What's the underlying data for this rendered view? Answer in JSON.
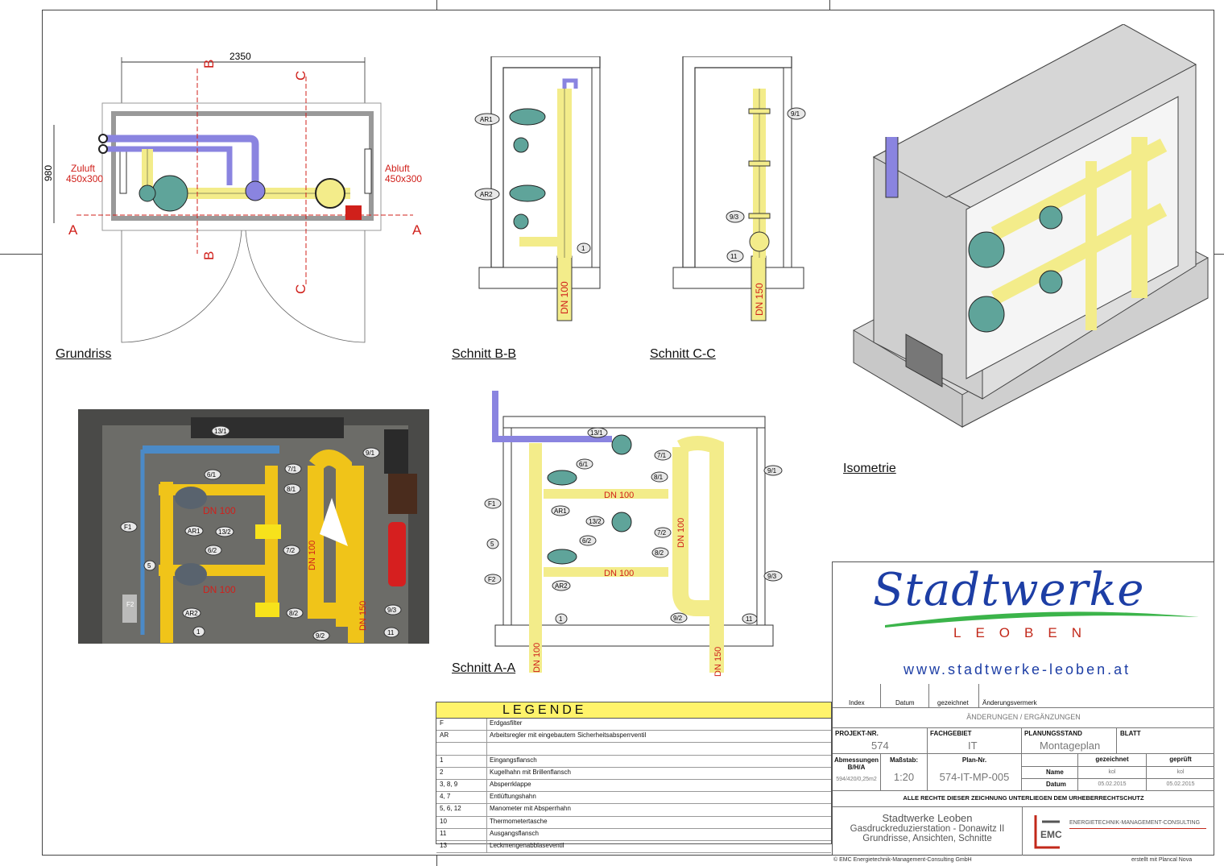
{
  "grundriss": {
    "title": "Grundriss",
    "width_dim": "2350",
    "depth_dim": "980",
    "zuluft_label": "Zuluft",
    "zuluft_size": "450x300",
    "abluft_label": "Abluft",
    "abluft_size": "450x300",
    "section_a": "A",
    "section_b": "B",
    "section_c": "C"
  },
  "schnitt_bb": {
    "title": "Schnitt B-B",
    "labels": [
      "AR1",
      "AR2",
      "1"
    ],
    "pipe_label": "DN 100"
  },
  "schnitt_cc": {
    "title": "Schnitt C-C",
    "labels": [
      "9/1",
      "9/3",
      "11"
    ],
    "pipe_label": "DN 150"
  },
  "isometrie": {
    "title": "Isometrie"
  },
  "schnitt_aa": {
    "title": "Schnitt A-A",
    "labels": [
      "13/1",
      "6/1",
      "7/1",
      "8/1",
      "F1",
      "AR1",
      "13/2",
      "7/2",
      "5",
      "6/2",
      "8/2",
      "F2",
      "AR2",
      "1",
      "9/2",
      "11",
      "9/1",
      "9/3"
    ],
    "pipe_dn100": "DN 100",
    "pipe_dn150": "DN 150"
  },
  "photo": {
    "labels": [
      "13/1",
      "9/1",
      "6/1",
      "7/1",
      "8/1",
      "F1",
      "AR1",
      "13/2",
      "6/2",
      "7/2",
      "5",
      "AR2",
      "8/2",
      "9/3",
      "1",
      "9/2",
      "11",
      "F2"
    ],
    "pipe_dn100_a": "DN 100",
    "pipe_dn100_b": "DN 100",
    "pipe_dn100_v": "DN 100",
    "pipe_dn150_v": "DN 150"
  },
  "legend": {
    "title": "LEGENDE",
    "rows": [
      {
        "code": "F",
        "text": "Erdgasfilter"
      },
      {
        "code": "AR",
        "text": "Arbeitsregler mit eingebautem Sicherheitsabsperrventil"
      },
      {
        "code": "",
        "text": ""
      },
      {
        "code": "1",
        "text": "Eingangsflansch"
      },
      {
        "code": "2",
        "text": "Kugelhahn mit Brillenflansch"
      },
      {
        "code": "3, 8, 9",
        "text": "Absperrklappe"
      },
      {
        "code": "4, 7",
        "text": "Entlüftungshahn"
      },
      {
        "code": "5, 6, 12",
        "text": "Manometer mit Absperrhahn"
      },
      {
        "code": "10",
        "text": "Thermometertasche"
      },
      {
        "code": "11",
        "text": "Ausgangsflansch"
      },
      {
        "code": "13",
        "text": "Leckmengenabblaseventil"
      }
    ]
  },
  "title_block": {
    "logo_main": "Stadtwerke",
    "logo_sub": "LEOBEN",
    "logo_url": "www.stadtwerke-leoben.at",
    "hdr_index": "Index",
    "hdr_datum": "Datum",
    "hdr_gezeichnet": "gezeichnet",
    "hdr_aenderung": "Änderungsvermerk",
    "changes_title": "ÄNDERUNGEN / ERGÄNZUNGEN",
    "projekt_label": "PROJEKT-NR.",
    "projekt_value": "574",
    "fachgebiet_label": "FACHGEBIET",
    "fachgebiet_value": "IT",
    "planungsstand_label": "PLANUNGSSTAND",
    "planungsstand_value": "Montageplan",
    "blatt_label": "BLATT",
    "abmessungen_label": "Abmessungen B/H/A",
    "abmessungen_value": "594/420/0,25m2",
    "massstab_label": "Maßstab:",
    "massstab_value": "1:20",
    "plan_label": "Plan-Nr.",
    "plan_value": "574-IT-MP-005",
    "gezeichnet_label": "gezeichnet",
    "geprueft_label": "geprüft",
    "name_label": "Name",
    "datum_label": "Datum",
    "name_gez": "kol",
    "name_gepr": "kol",
    "datum_gez": "05.02.2015",
    "datum_gepr": "05.02.2015",
    "copyright_note": "ALLE RECHTE DIESER ZEICHNUNG UNTERLIEGEN DEM URHEBERRECHTSCHUTZ",
    "client": "Stadtwerke Leoben",
    "project_line1": "Gasdruckreduzierstation - Donawitz II",
    "project_line2": "Grundrisse, Ansichten, Schnitte",
    "emc_name": "ENERGIETECHNIK-MANAGEMENT-CONSULTING",
    "emc_logo": "EMC"
  },
  "footer": {
    "left": "© EMC Energietechnik-Management-Consulting GmbH",
    "right": "erstellt mit Plancal Nova"
  },
  "colors": {
    "gas_yellow": "#f3ec8a",
    "pipe_blue": "#8a84e0",
    "accent_red": "#d0201b",
    "logo_blue": "#1d3ea5"
  }
}
